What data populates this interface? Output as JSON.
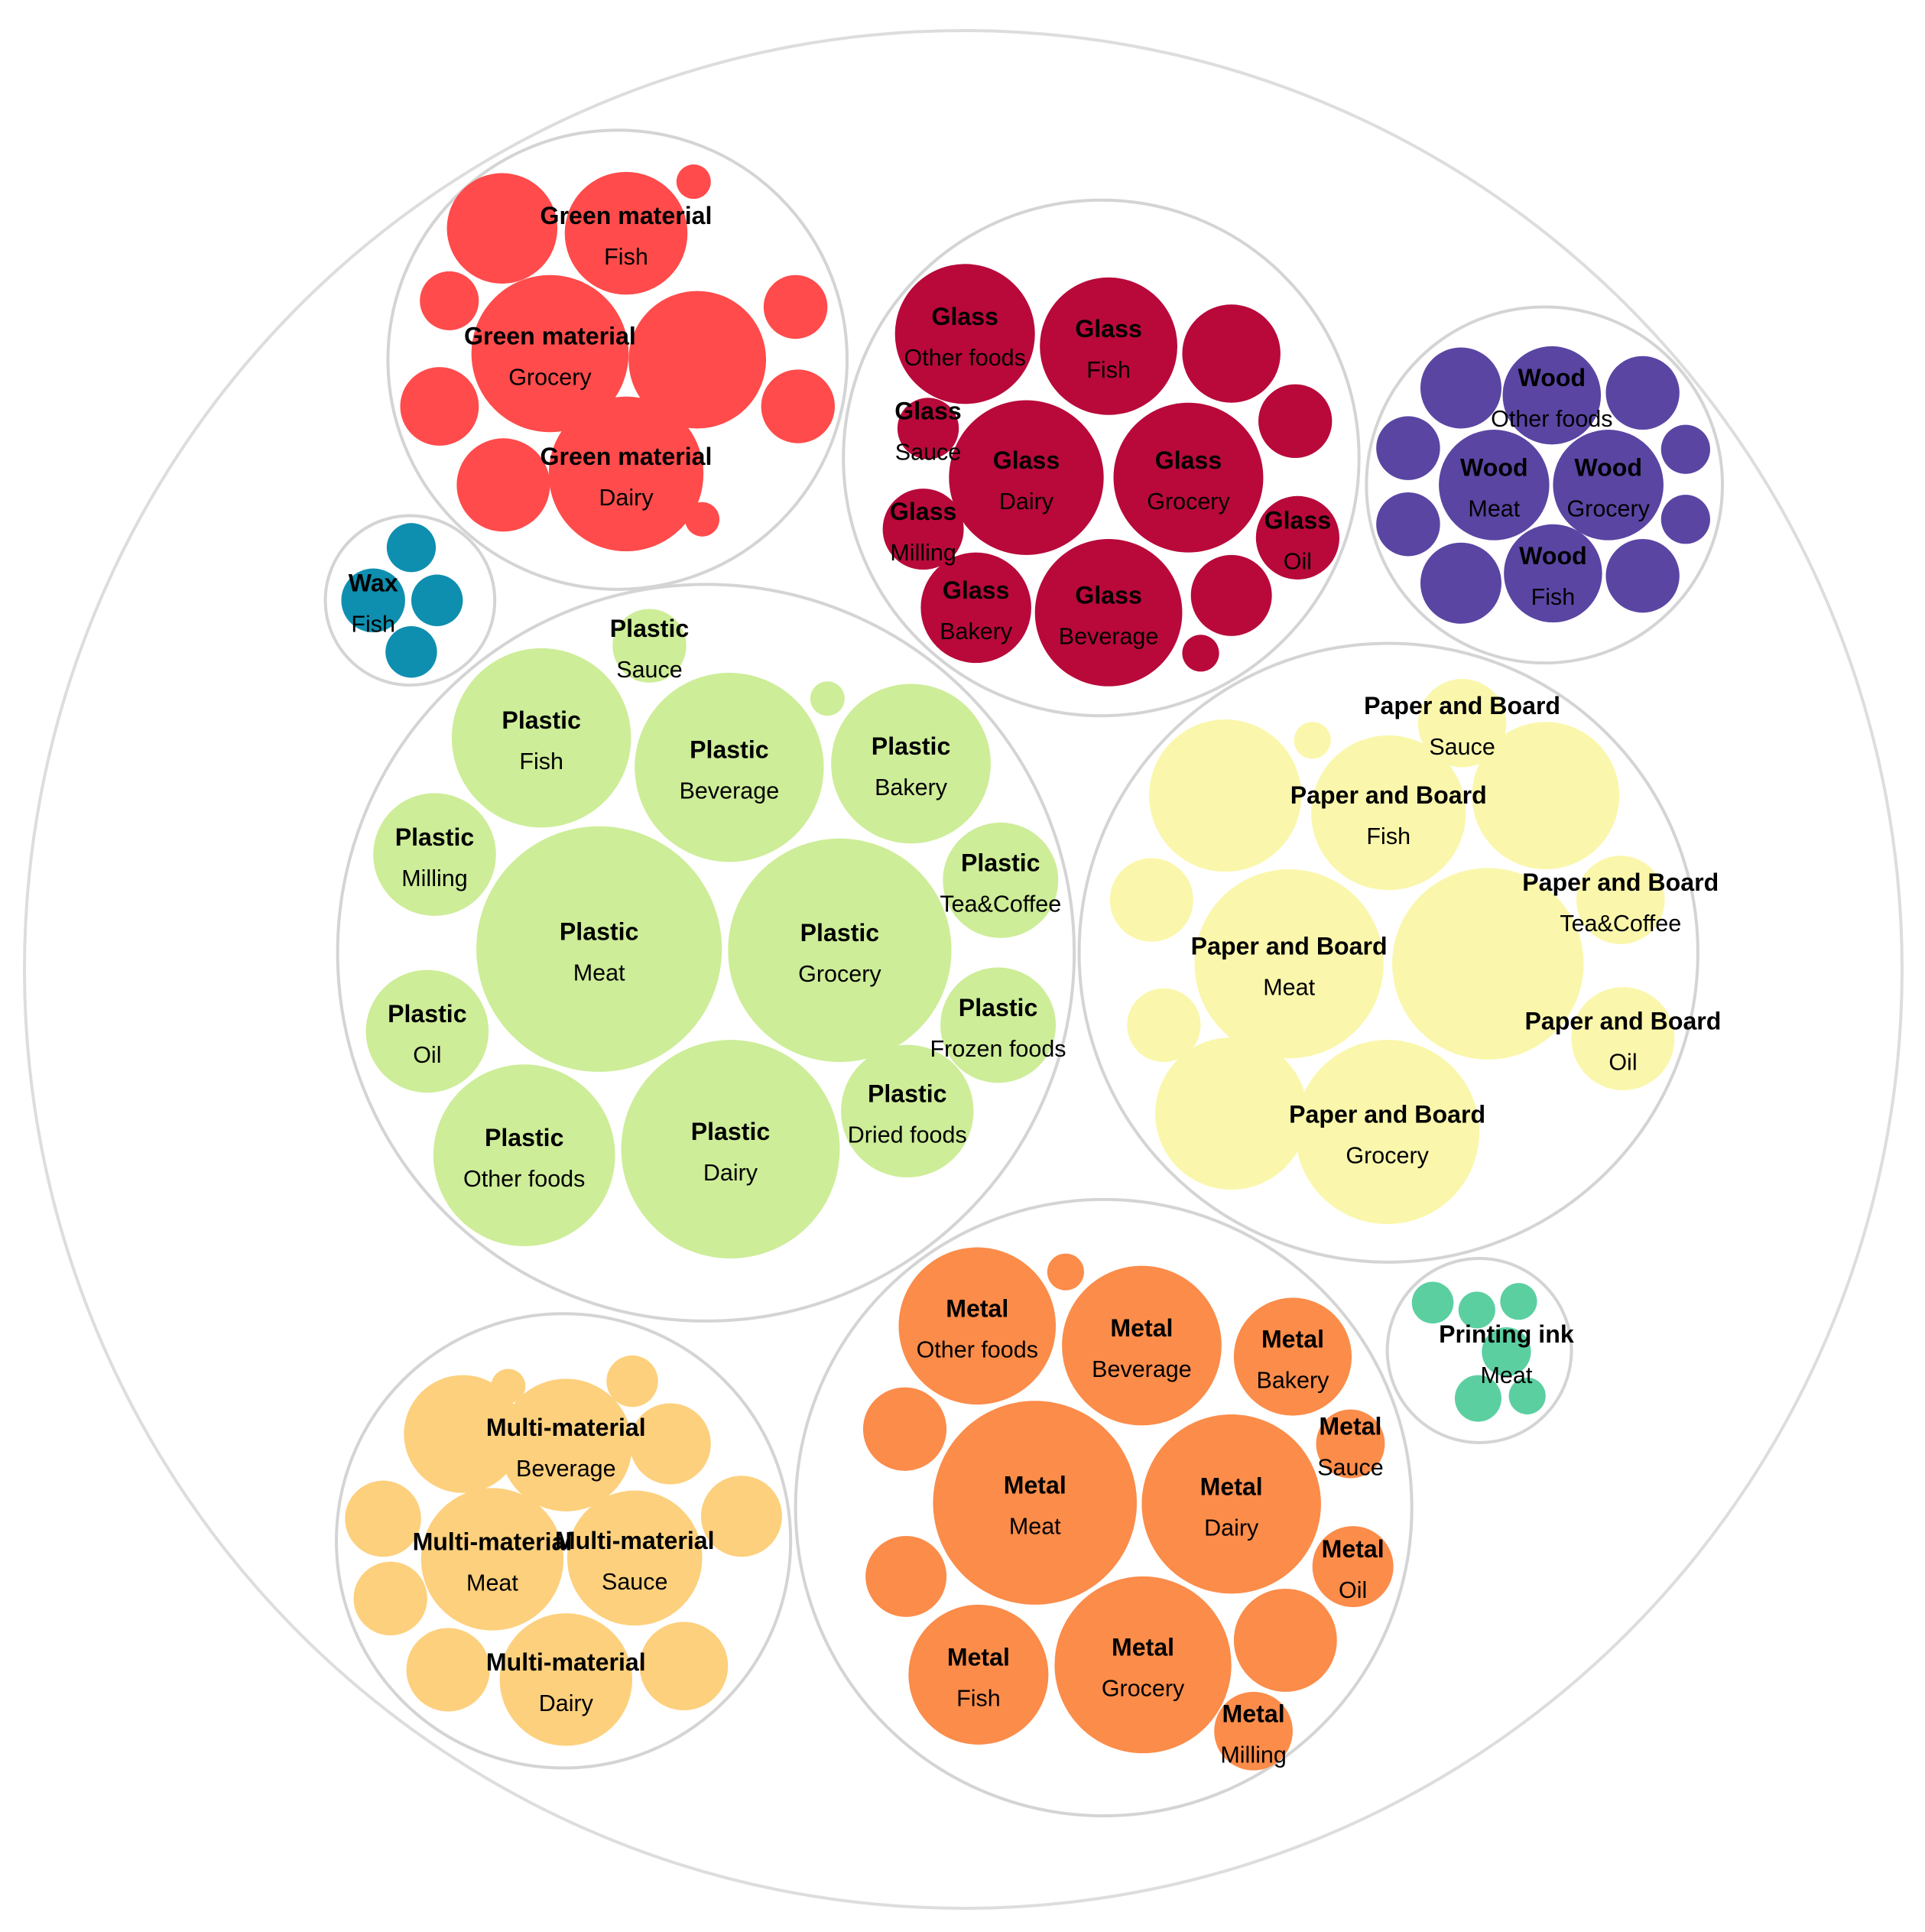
{
  "chart_data": {
    "type": "packed-bubble",
    "groups": [
      {
        "name": "Green material",
        "color": "#FF4B4B",
        "children": [
          {
            "label": "Fish"
          },
          {
            "label": "Grocery"
          },
          {
            "label": "Dairy"
          },
          {
            "label": ""
          },
          {
            "label": ""
          },
          {
            "label": ""
          },
          {
            "label": ""
          },
          {
            "label": ""
          },
          {
            "label": ""
          },
          {
            "label": ""
          },
          {
            "label": ""
          },
          {
            "label": ""
          }
        ]
      },
      {
        "name": "Glass",
        "color": "#B8093A",
        "children": [
          {
            "label": "Other foods"
          },
          {
            "label": "Fish"
          },
          {
            "label": "Sauce"
          },
          {
            "label": "Dairy"
          },
          {
            "label": "Grocery"
          },
          {
            "label": "Milling"
          },
          {
            "label": "Oil"
          },
          {
            "label": "Bakery"
          },
          {
            "label": "Beverage"
          },
          {
            "label": ""
          },
          {
            "label": ""
          },
          {
            "label": ""
          },
          {
            "label": ""
          }
        ]
      },
      {
        "name": "Wood",
        "color": "#5A45A3",
        "children": [
          {
            "label": "Other foods"
          },
          {
            "label": "Meat"
          },
          {
            "label": "Grocery"
          },
          {
            "label": "Fish"
          },
          {
            "label": ""
          },
          {
            "label": ""
          },
          {
            "label": ""
          },
          {
            "label": ""
          },
          {
            "label": ""
          },
          {
            "label": ""
          },
          {
            "label": ""
          },
          {
            "label": ""
          }
        ]
      },
      {
        "name": "Wax",
        "color": "#0F8FAF",
        "children": [
          {
            "label": "Fish"
          },
          {
            "label": ""
          },
          {
            "label": ""
          },
          {
            "label": ""
          }
        ]
      },
      {
        "name": "Plastic",
        "color": "#CDED98",
        "children": [
          {
            "label": "Sauce"
          },
          {
            "label": "Fish"
          },
          {
            "label": "Beverage"
          },
          {
            "label": "Bakery"
          },
          {
            "label": "Milling"
          },
          {
            "label": "Tea&Coffee"
          },
          {
            "label": "Meat"
          },
          {
            "label": "Grocery"
          },
          {
            "label": "Oil"
          },
          {
            "label": "Frozen foods"
          },
          {
            "label": "Dried foods"
          },
          {
            "label": "Other foods"
          },
          {
            "label": "Dairy"
          },
          {
            "label": ""
          }
        ]
      },
      {
        "name": "Paper and Board",
        "color": "#FAF7AC",
        "children": [
          {
            "label": "Sauce"
          },
          {
            "label": "Fish"
          },
          {
            "label": "Tea&Coffee"
          },
          {
            "label": "Meat"
          },
          {
            "label": "Oil"
          },
          {
            "label": "Grocery"
          },
          {
            "label": ""
          },
          {
            "label": ""
          },
          {
            "label": ""
          },
          {
            "label": ""
          },
          {
            "label": ""
          },
          {
            "label": ""
          },
          {
            "label": ""
          }
        ]
      },
      {
        "name": "Metal",
        "color": "#FB8C4A",
        "children": [
          {
            "label": "Other foods"
          },
          {
            "label": "Beverage"
          },
          {
            "label": "Bakery"
          },
          {
            "label": "Sauce"
          },
          {
            "label": "Meat"
          },
          {
            "label": "Dairy"
          },
          {
            "label": "Oil"
          },
          {
            "label": "Fish"
          },
          {
            "label": "Grocery"
          },
          {
            "label": "Milling"
          },
          {
            "label": ""
          },
          {
            "label": ""
          },
          {
            "label": ""
          },
          {
            "label": ""
          }
        ]
      },
      {
        "name": "Multi-material",
        "color": "#FDD07D",
        "children": [
          {
            "label": "Beverage"
          },
          {
            "label": "Meat"
          },
          {
            "label": "Sauce"
          },
          {
            "label": "Dairy"
          },
          {
            "label": ""
          },
          {
            "label": ""
          },
          {
            "label": ""
          },
          {
            "label": ""
          },
          {
            "label": ""
          },
          {
            "label": ""
          },
          {
            "label": ""
          },
          {
            "label": ""
          },
          {
            "label": ""
          }
        ]
      },
      {
        "name": "Printing ink",
        "color": "#5CCFA1",
        "children": [
          {
            "label": "Meat"
          },
          {
            "label": ""
          },
          {
            "label": ""
          },
          {
            "label": ""
          },
          {
            "label": ""
          },
          {
            "label": ""
          }
        ]
      }
    ]
  }
}
